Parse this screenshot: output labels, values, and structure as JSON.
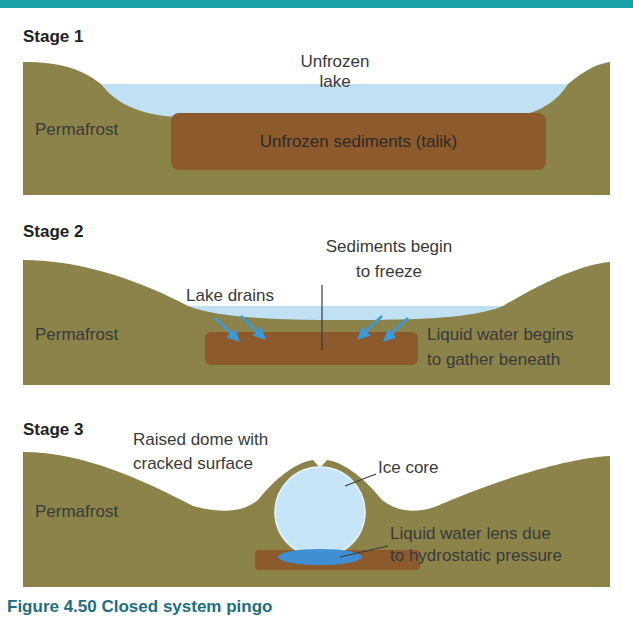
{
  "diagram": {
    "caption": "Figure 4.50 Closed system pingo",
    "nodes": [
      {
        "text": [
          "Stage 1",
          "Unfrozen lake",
          "Permafrost"
        ]
      },
      {
        "text": [
          "Unfrozen sediments (talik)"
        ],
        "in": 0
      },
      {
        "text": [
          "Stage 2",
          "Lake drains",
          "Sediments begin to freeze",
          "Permafrost",
          "Liquid water begins to gather beneath"
        ]
      },
      {
        "text": [
          "Stage 3",
          "Raised dome with cracked surface",
          "Ice core",
          "Permafrost",
          "Liquid water lens due to hydrostatic pressure"
        ]
      }
    ]
  }
}
